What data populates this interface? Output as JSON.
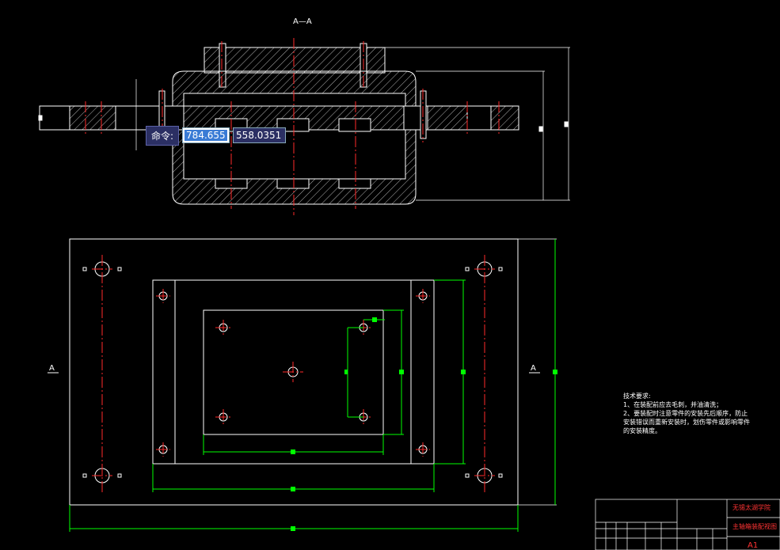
{
  "section_label_top": "A—A",
  "section_label_left": "A",
  "section_label_right": "A",
  "command_line": {
    "prompt": "命令:",
    "x_value": "784.655",
    "y_value": "558.0351"
  },
  "tech_requirements": {
    "title": "技术要求:",
    "line1": "1、在装配前应去毛刺，并油清洗；",
    "line2": "2、要装配时注意零件的安装先后顺序，防止",
    "line3": "安装错误而重新安装时，划伤零件或影响零件",
    "line4": "的安装精度。"
  },
  "title_block": {
    "school": "无锡太湖学院",
    "drawing_name": "主轴箱装配视图",
    "sheet_size": "A1"
  },
  "colors": {
    "line": "#ffffff",
    "center": "#ff2a2a",
    "dimension": "#00ff00",
    "hatch": "#ffffff"
  }
}
